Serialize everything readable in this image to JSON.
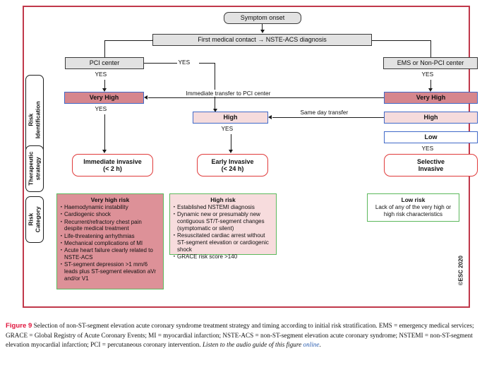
{
  "figure": {
    "label": "Figure 9",
    "caption_main": "Selection of non-ST-segment elevation acute coronary syndrome treatment strategy and timing according to initial risk stratification.",
    "abbreviations": "EMS = emergency medical services; GRACE = Global Registry of Acute Coronary Events; MI = myocardial infarction; NSTE-ACS = non-ST-segment elevation acute coronary syndrome; NSTEMI = non-ST-segment elevation myocardial infarction; PCI = percutaneous coronary intervention.",
    "audio_note": "Listen to the audio guide of this figure",
    "audio_link": "online",
    "caption_end": ".",
    "copyright": "©ESC 2020"
  },
  "flow": {
    "symptom_onset": "Symptom onset",
    "first_contact": "First medical contact → NSTE-ACS diagnosis",
    "pci_center": "PCI center",
    "ems_center": "EMS or Non-PCI center",
    "yes": "YES",
    "immediate_transfer": "Immediate transfer to PCI center",
    "same_day_transfer": "Same day transfer"
  },
  "risk_identification": {
    "section_label_line1": "Risk",
    "section_label_line2": "Identification",
    "pci_very_high": "Very High",
    "middle_high": "High",
    "ems_very_high": "Very High",
    "ems_high": "High",
    "ems_low": "Low"
  },
  "therapeutic_strategy": {
    "section_label_line1": "Therapeutic",
    "section_label_line2": "strategy",
    "immediate": {
      "line1": "Immediate invasive",
      "line2": "(< 2 h)"
    },
    "early": {
      "line1": "Early Invasive",
      "line2": "(< 24 h)"
    },
    "selective": {
      "line1": "Selective",
      "line2": "Invasive"
    }
  },
  "risk_category": {
    "section_label_line1": "Risk",
    "section_label_line2": "Category",
    "very_high": {
      "title": "Very high risk",
      "items": [
        "Haemodynamic instability",
        " Cardiogenic shock",
        "Recurrent/refractory chest pain despite medical treatment",
        "Life-threatening arrhythmias",
        "Mechanical complications of MI",
        "Acute heart failure clearly related to NSTE-ACS",
        "ST-segment depression >1 mm/6 leads plus ST-segment elevation aVr and/or V1"
      ]
    },
    "high": {
      "title": "High risk",
      "items": [
        "Established NSTEMI diagnosis",
        "Dynamic new or presumably new contiguous ST/T-segment changes (symptomatic or silent)",
        "Resuscitated cardiac arrest without ST-segment elevation or cardiogenic shock",
        "GRACE risk score >140"
      ]
    },
    "low": {
      "title": "Low risk",
      "body": "Lack of any of the very high or high risk characteristics"
    }
  },
  "colors": {
    "frame_border": "#c0384a",
    "grey_box": "#e2e2e2",
    "risk_border": "#4169c8",
    "very_high_fill": "#d6868d",
    "high_fill": "#f5dbdc",
    "therapy_border": "#e03a3a",
    "category_border": "#5cb85c",
    "figure_label": "#e0143c"
  }
}
